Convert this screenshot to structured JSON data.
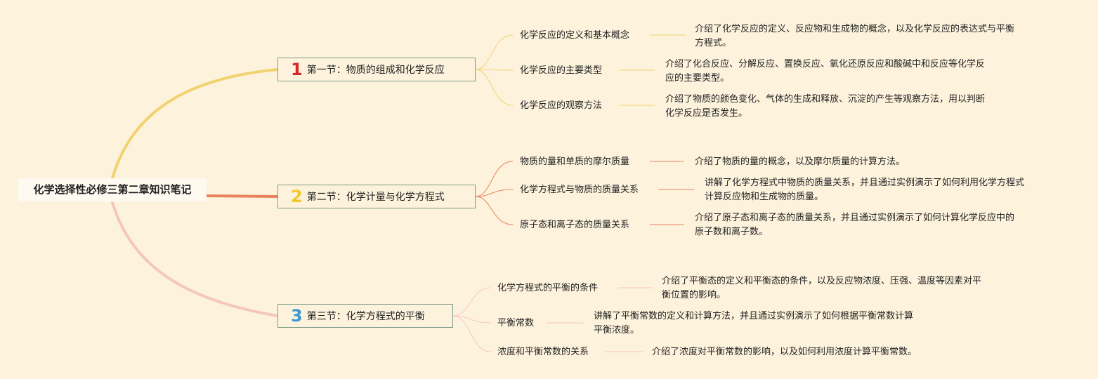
{
  "root": {
    "title": "化学选择性必修三第二章知识笔记"
  },
  "colors": {
    "branch1": "#f2d270",
    "branch2": "#e8825e",
    "branch3": "#f5c6bf",
    "num1": "#d9262b",
    "num2": "#f2c72b",
    "num3": "#3b97d6"
  },
  "sections": [
    {
      "num": "1",
      "title": "第一节：物质的组成和化学反应",
      "topics": [
        {
          "label": "化学反应的定义和基本概念",
          "desc": [
            "介绍了化学反应的定义、反应物和生成物的概念，以及化学反应的表达式与平衡",
            "方程式。"
          ]
        },
        {
          "label": "化学反应的主要类型",
          "desc": [
            "介绍了化合反应、分解反应、置换反应、氧化还原反应和酸碱中和反应等化学反",
            "应的主要类型。"
          ]
        },
        {
          "label": "化学反应的观察方法",
          "desc": [
            "介绍了物质的颜色变化、气体的生成和释放、沉淀的产生等观察方法，用以判断",
            "化学反应是否发生。"
          ]
        }
      ]
    },
    {
      "num": "2",
      "title": "第二节：化学计量与化学方程式",
      "topics": [
        {
          "label": "物质的量和单质的摩尔质量",
          "desc": [
            "介绍了物质的量的概念，以及摩尔质量的计算方法。"
          ]
        },
        {
          "label": "化学方程式与物质的质量关系",
          "desc": [
            "讲解了化学方程式中物质的质量关系，并且通过实例演示了如何利用化学方程式",
            "计算反应物和生成物的质量。"
          ]
        },
        {
          "label": "原子态和离子态的质量关系",
          "desc": [
            "介绍了原子态和离子态的质量关系，并且通过实例演示了如何计算化学反应中的",
            "原子数和离子数。"
          ]
        }
      ]
    },
    {
      "num": "3",
      "title": "第三节：化学方程式的平衡",
      "topics": [
        {
          "label": "化学方程式的平衡的条件",
          "desc": [
            "介绍了平衡态的定义和平衡态的条件，以及反应物浓度、压强、温度等因素对平",
            "衡位置的影响。"
          ]
        },
        {
          "label": "平衡常数",
          "desc": [
            "讲解了平衡常数的定义和计算方法，并且通过实例演示了如何根据平衡常数计算",
            "平衡浓度。"
          ]
        },
        {
          "label": "浓度和平衡常数的关系",
          "desc": [
            "介绍了浓度对平衡常数的影响，以及如何利用浓度计算平衡常数。"
          ]
        }
      ]
    }
  ]
}
